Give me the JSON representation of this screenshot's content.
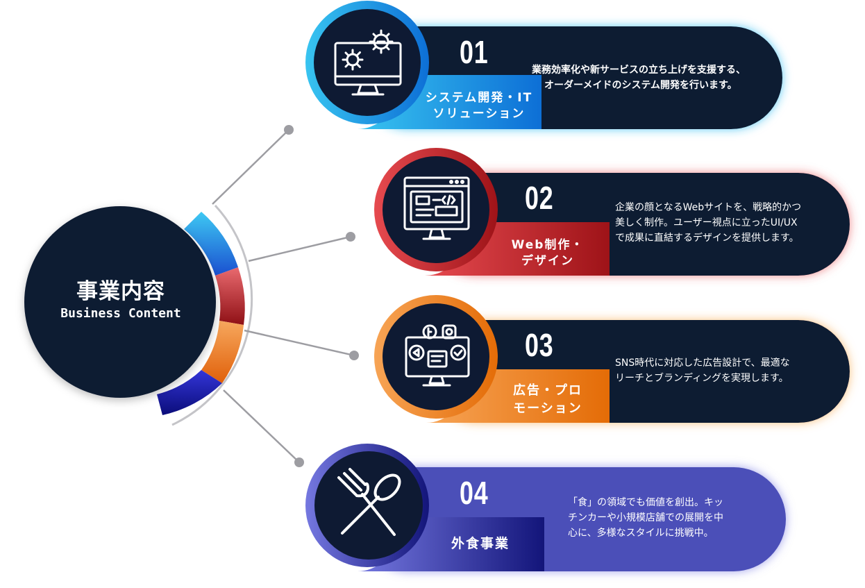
{
  "hub": {
    "title": "事業内容",
    "subtitle": "Business Content"
  },
  "colors": {
    "navy": "#0e1a33",
    "item1": "#1aa3e8",
    "item2": "#c8232c",
    "item3": "#f08a1e",
    "item4": "#4b4fb8"
  },
  "items": [
    {
      "number": "01",
      "label_lines": [
        "システム開発・IT",
        "ソリューション"
      ],
      "description_lines": [
        "業務効率化や新サービスの立ち上げを支援する、",
        "オーダーメイドのシステム開発を行います。"
      ],
      "icon": "monitor-gears-icon"
    },
    {
      "number": "02",
      "label_lines": [
        "Web制作・",
        "デザイン"
      ],
      "description_lines": [
        "企業の顔となるWebサイトを、戦略的かつ",
        "美しく制作。ユーザー視点に立ったUI/UX",
        "で成果に直結するデザインを提供します。"
      ],
      "icon": "web-code-monitor-icon"
    },
    {
      "number": "03",
      "label_lines": [
        "広告・プロ",
        "モーション"
      ],
      "description_lines": [
        "SNS時代に対応した広告設計で、最適な",
        "リーチとブランディングを実現します。"
      ],
      "icon": "social-media-monitor-icon"
    },
    {
      "number": "04",
      "label_lines": [
        "外食事業"
      ],
      "description_lines": [
        "「食」の領域でも価値を創出。キッ",
        "チンカーや小規模店舗での展開を中",
        "心に、多様なスタイルに挑戦中。"
      ],
      "icon": "fork-spoon-icon"
    }
  ]
}
